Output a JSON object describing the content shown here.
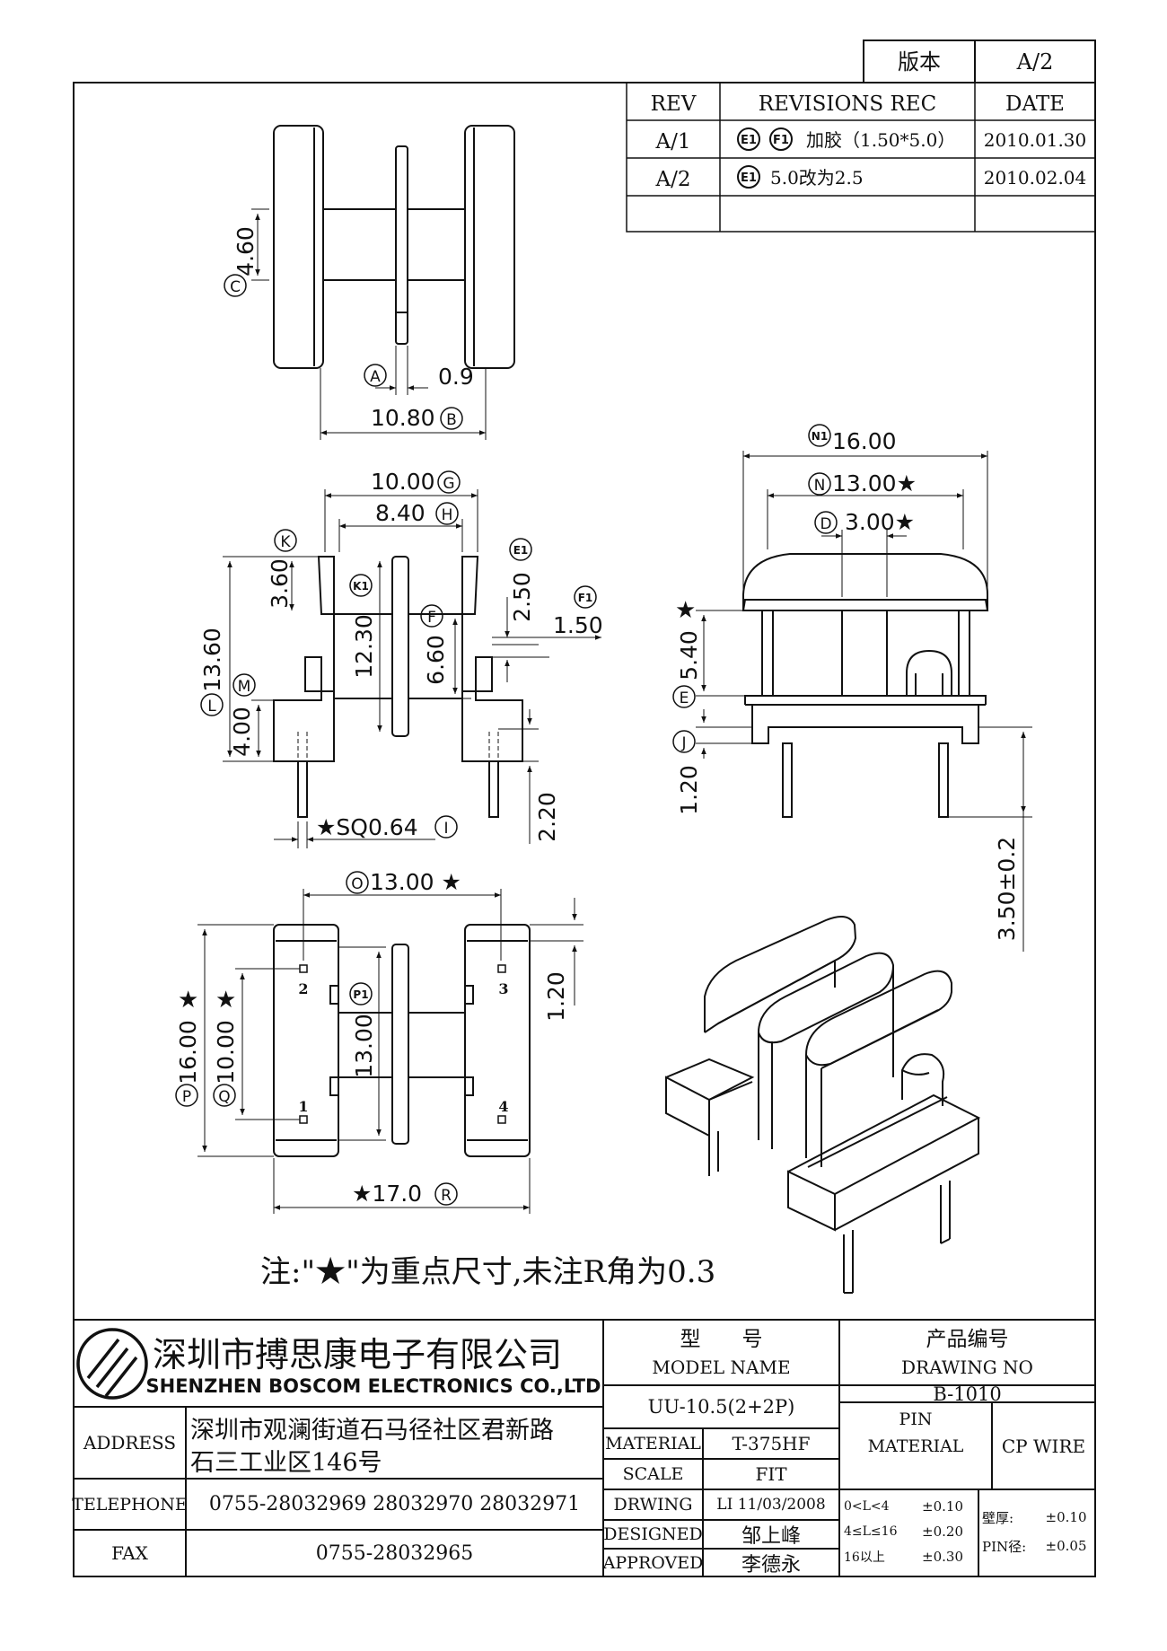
{
  "version_box": {
    "label": "版本",
    "value": "A/2"
  },
  "revision_table": {
    "headers": [
      "REV",
      "REVISIONS REC",
      "DATE"
    ],
    "rows": [
      {
        "rev": "A/1",
        "tags": [
          "E1",
          "F1"
        ],
        "text": "加胶（1.50*5.0）",
        "date": "2010.01.30"
      },
      {
        "rev": "A/2",
        "tags": [
          "E1"
        ],
        "text": "5.0改为2.5",
        "date": "2010.02.04"
      }
    ]
  },
  "top_view": {
    "dim_460": "4.60",
    "tag_C": "C",
    "dim_09": "0.9",
    "tag_A": "A",
    "dim_1080": "10.80",
    "tag_B": "B"
  },
  "front_view": {
    "dim_1000": "10.00",
    "tag_G": "G",
    "dim_840": "8.40",
    "tag_H": "H",
    "tag_K": "K",
    "dim_360": "3.60",
    "tag_K1": "K1",
    "dim_1230": "12.30",
    "dim_660": "6.60",
    "tag_F": "F",
    "tag_E1": "E1",
    "dim_250": "2.50",
    "tag_F1": "F1",
    "dim_150": "1.50",
    "dim_1360": "13.60",
    "tag_L": "L",
    "tag_M": "M",
    "dim_400": "4.00",
    "dim_220": "2.20",
    "dim_sq": "★SQ0.64",
    "tag_I": "I"
  },
  "side_view": {
    "tag_N1": "N1",
    "dim_1600": "16.00",
    "tag_N": "N",
    "dim_1300": "13.00★",
    "tag_D": "D",
    "dim_300": "3.00★",
    "star": "★",
    "dim_540": "5.40",
    "tag_E": "E",
    "tag_J": "J",
    "dim_120": "1.20",
    "dim_350": "3.50±0.2"
  },
  "bottom_view": {
    "tag_O": "O",
    "dim_1300": "13.00 ★",
    "dim_120": "1.20",
    "pins": [
      "1",
      "2",
      "3",
      "4"
    ],
    "tag_P1": "P1",
    "dim_1300v": "13.00",
    "star1": "★",
    "dim_1600": "16.00",
    "tag_P": "P",
    "star2": "★",
    "dim_1000": "10.00",
    "tag_Q": "Q",
    "dim_170": "★17.0",
    "tag_R": "R"
  },
  "note": "注:\"★\"为重点尺寸,未注R角为0.3",
  "title_block": {
    "company_cn": "深圳市搏思康电子有限公司",
    "company_en": "SHENZHEN BOSCOM ELECTRONICS CO.,LTD",
    "address_label": "ADDRESS",
    "address_line1": "深圳市观澜街道石马径社区君新路",
    "address_line2": "石三工业区146号",
    "telephone_label": "TELEPHONE",
    "telephone": "0755-28032969 28032970 28032971",
    "fax_label": "FAX",
    "fax": "0755-28032965",
    "model_label_cn": "型　　号",
    "model_label_en": "MODEL NAME",
    "model_value": "UU-10.5(2+2P)",
    "drawing_label_cn": "产品编号",
    "drawing_label_en": "DRAWING NO",
    "drawing_value": "B-1010",
    "material_label": "MATERIAL",
    "material_value": "T-375HF",
    "pin_material_label_1": "PIN",
    "pin_material_label_2": "MATERIAL",
    "pin_material_value": "CP WIRE",
    "scale_label": "SCALE",
    "scale_value": "FIT",
    "drwing_label": "DRWING",
    "drwing_value": "LI 11/03/2008",
    "designed_label": "DESIGNED",
    "designed_value": "邹上峰",
    "approved_label": "APPROVED",
    "approved_value": "李德永",
    "tol_1_range": "0<L<4",
    "tol_1_value": "±0.10",
    "tol_2_range": "4≤L≤16",
    "tol_2_value": "±0.20",
    "tol_3_range": "16以上",
    "tol_3_value": "±0.30",
    "wall_label": "壁厚:",
    "wall_value": "±0.10",
    "pin_dia_label": "PIN径:",
    "pin_dia_value": "±0.05"
  }
}
